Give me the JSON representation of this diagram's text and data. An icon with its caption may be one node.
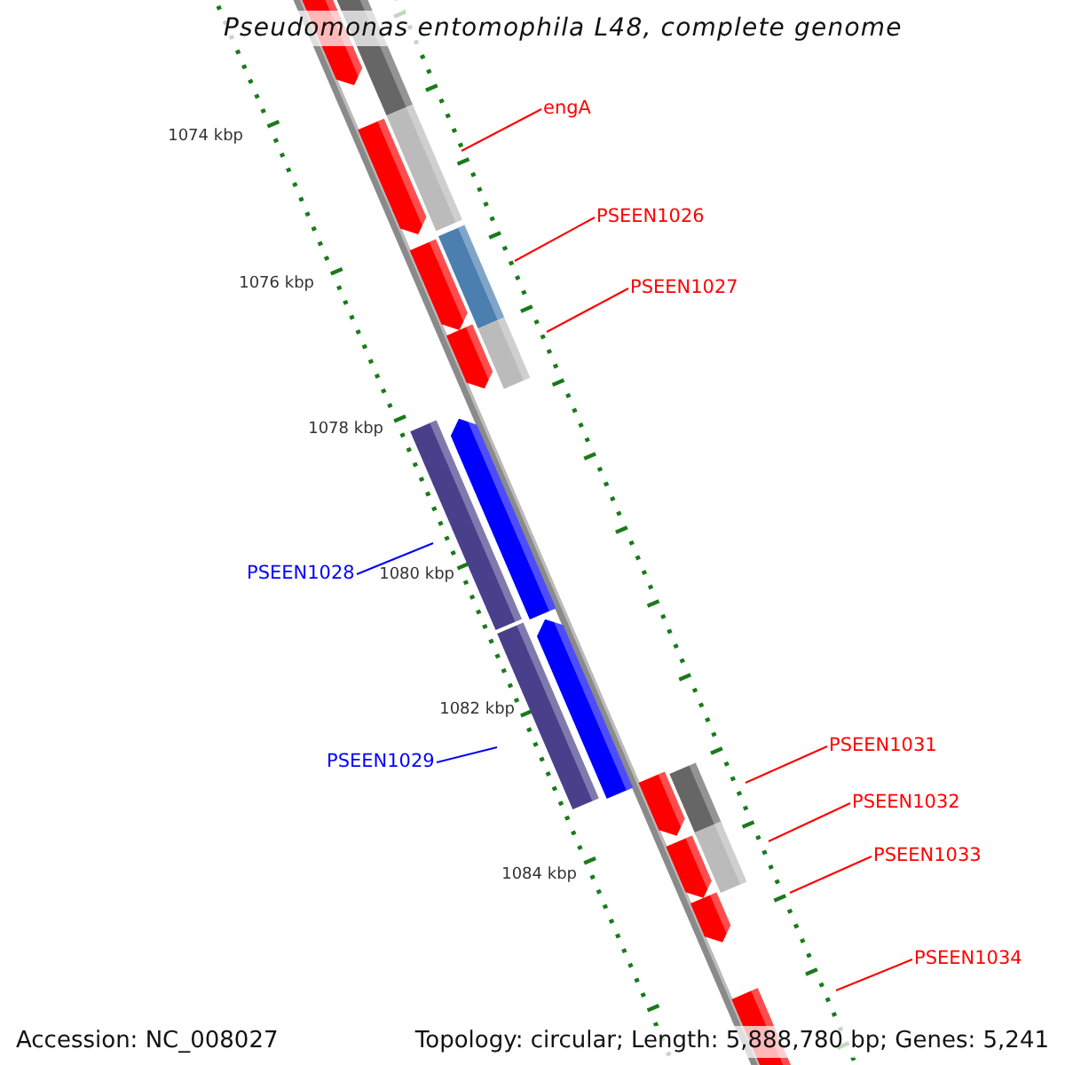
{
  "diagram": {
    "title": "Pseudomonas entomophila L48, complete genome",
    "nodes": [
      {
        "text": [
          "engA"
        ]
      },
      {
        "text": [
          "PSEEN1026"
        ]
      },
      {
        "text": [
          "PSEEN1027"
        ]
      },
      {
        "text": [
          "PSEEN1028"
        ]
      },
      {
        "text": [
          "PSEEN1029"
        ]
      },
      {
        "text": [
          "PSEEN1031"
        ]
      },
      {
        "text": [
          "PSEEN1032"
        ]
      },
      {
        "text": [
          "PSEEN1033"
        ]
      },
      {
        "text": [
          "PSEEN1034"
        ]
      }
    ],
    "edges": [
      {
        "from": 0,
        "to": null,
        "arrow": "none"
      },
      {
        "from": 1,
        "to": null,
        "arrow": "none"
      },
      {
        "from": 2,
        "to": null,
        "arrow": "none"
      },
      {
        "from": 3,
        "to": null,
        "arrow": "none",
        "color": "#0000ff"
      },
      {
        "from": 4,
        "to": null,
        "arrow": "none",
        "color": "#0000ff"
      },
      {
        "from": 5,
        "to": null,
        "arrow": "none"
      },
      {
        "from": 6,
        "to": null,
        "arrow": "none"
      },
      {
        "from": 7,
        "to": null,
        "arrow": "none"
      },
      {
        "from": 8,
        "to": null,
        "arrow": "none"
      }
    ],
    "labels": [
      "1074 kbp",
      "1076 kbp",
      "1078 kbp",
      "1080 kbp",
      "1082 kbp",
      "1084 kbp",
      "Accession: NC_008027",
      "Topology: circular; Length: 5,888,780 bp; Genes: 5,241"
    ]
  }
}
